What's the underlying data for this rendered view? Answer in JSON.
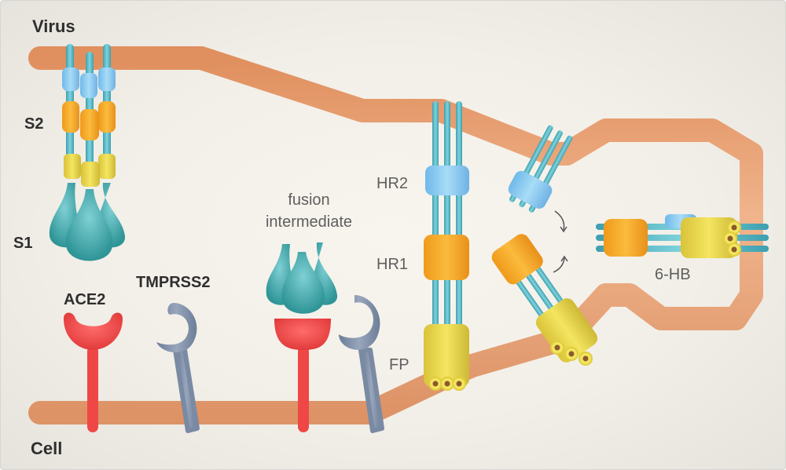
{
  "labels": {
    "virus": "Virus",
    "cell": "Cell",
    "s2": "S2",
    "s1": "S1",
    "ace2": "ACE2",
    "tmprss2": "TMPRSS2",
    "fusion_line1": "fusion",
    "fusion_line2": "intermediate",
    "hr2": "HR2",
    "hr1": "HR1",
    "fp": "FP",
    "six_hb": "6-HB"
  },
  "colors": {
    "membrane": "#e9a67c",
    "membrane_dark": "#d98e62",
    "hr2_blue": "#8fd0f0",
    "hr1_orange": "#f5a623",
    "fp_yellow": "#ecd94a",
    "helix_teal": "#4fb3bf",
    "s1_teal": "#3fa7a9",
    "ace2_red": "#f04848",
    "tmprss2_slate": "#7a8aa3",
    "text_dark": "#2e2e2e",
    "text_gray": "#5e5e5e"
  }
}
